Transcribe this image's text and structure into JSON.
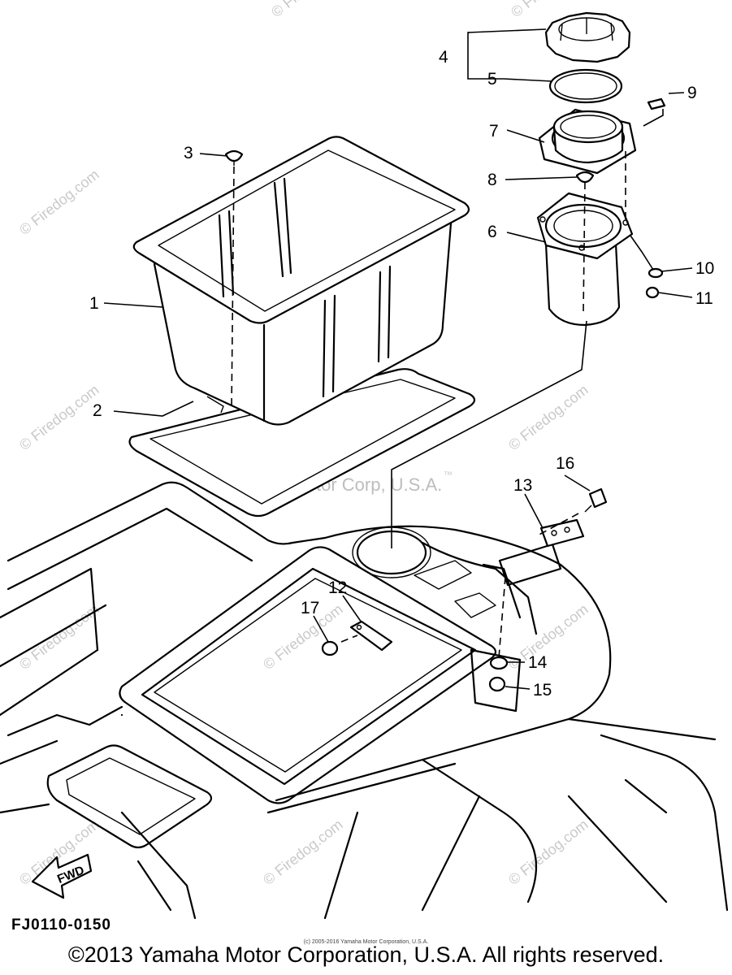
{
  "watermarks": {
    "site": "© Firedog.com",
    "brand_overlay": "Yamaha Motor Corp, U.S.A.",
    "tm": "™"
  },
  "callouts": {
    "c1": "1",
    "c2": "2",
    "c3": "3",
    "c4": "4",
    "c5": "5",
    "c6": "6",
    "c7": "7",
    "c8": "8",
    "c9": "9",
    "c10": "10",
    "c11": "11",
    "c12": "12",
    "c13": "13",
    "c14": "14",
    "c15": "15",
    "c16": "16",
    "c17": "17"
  },
  "fwd_label": "FWD",
  "figure_code": "FJ0110-0150",
  "copyright_small": "(c) 2005-2016 Yamaha Motor Corporation, U.S.A.",
  "copyright": "©2013 Yamaha Motor Corporation, U.S.A. All rights reserved."
}
